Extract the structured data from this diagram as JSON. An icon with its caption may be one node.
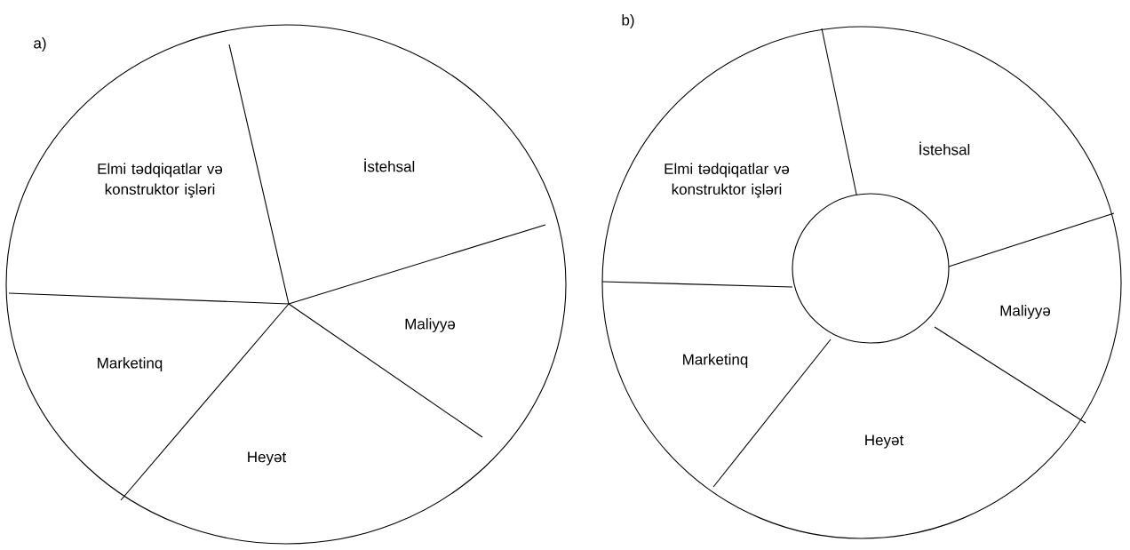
{
  "diagram": {
    "nodes": [
      {
        "text": [
          "Elmi tədqiqatlar və konstruktor işləri"
        ]
      },
      {
        "text": [
          "İstehsal"
        ]
      },
      {
        "text": [
          "Maliyyə"
        ]
      },
      {
        "text": [
          "Marketinq"
        ]
      },
      {
        "text": [
          "Heyət"
        ]
      },
      {
        "text": [
          "Elmi tədqiqatlar və konstruktor işləri"
        ]
      },
      {
        "text": [
          "İstehsal"
        ]
      },
      {
        "text": [
          "Maliyyə"
        ]
      },
      {
        "text": [
          "Marketinq"
        ]
      },
      {
        "text": [
          "Heyət"
        ]
      },
      {
        "text": [],
        "shape": "circle"
      }
    ],
    "labels": [
      "a)",
      "b)"
    ]
  }
}
